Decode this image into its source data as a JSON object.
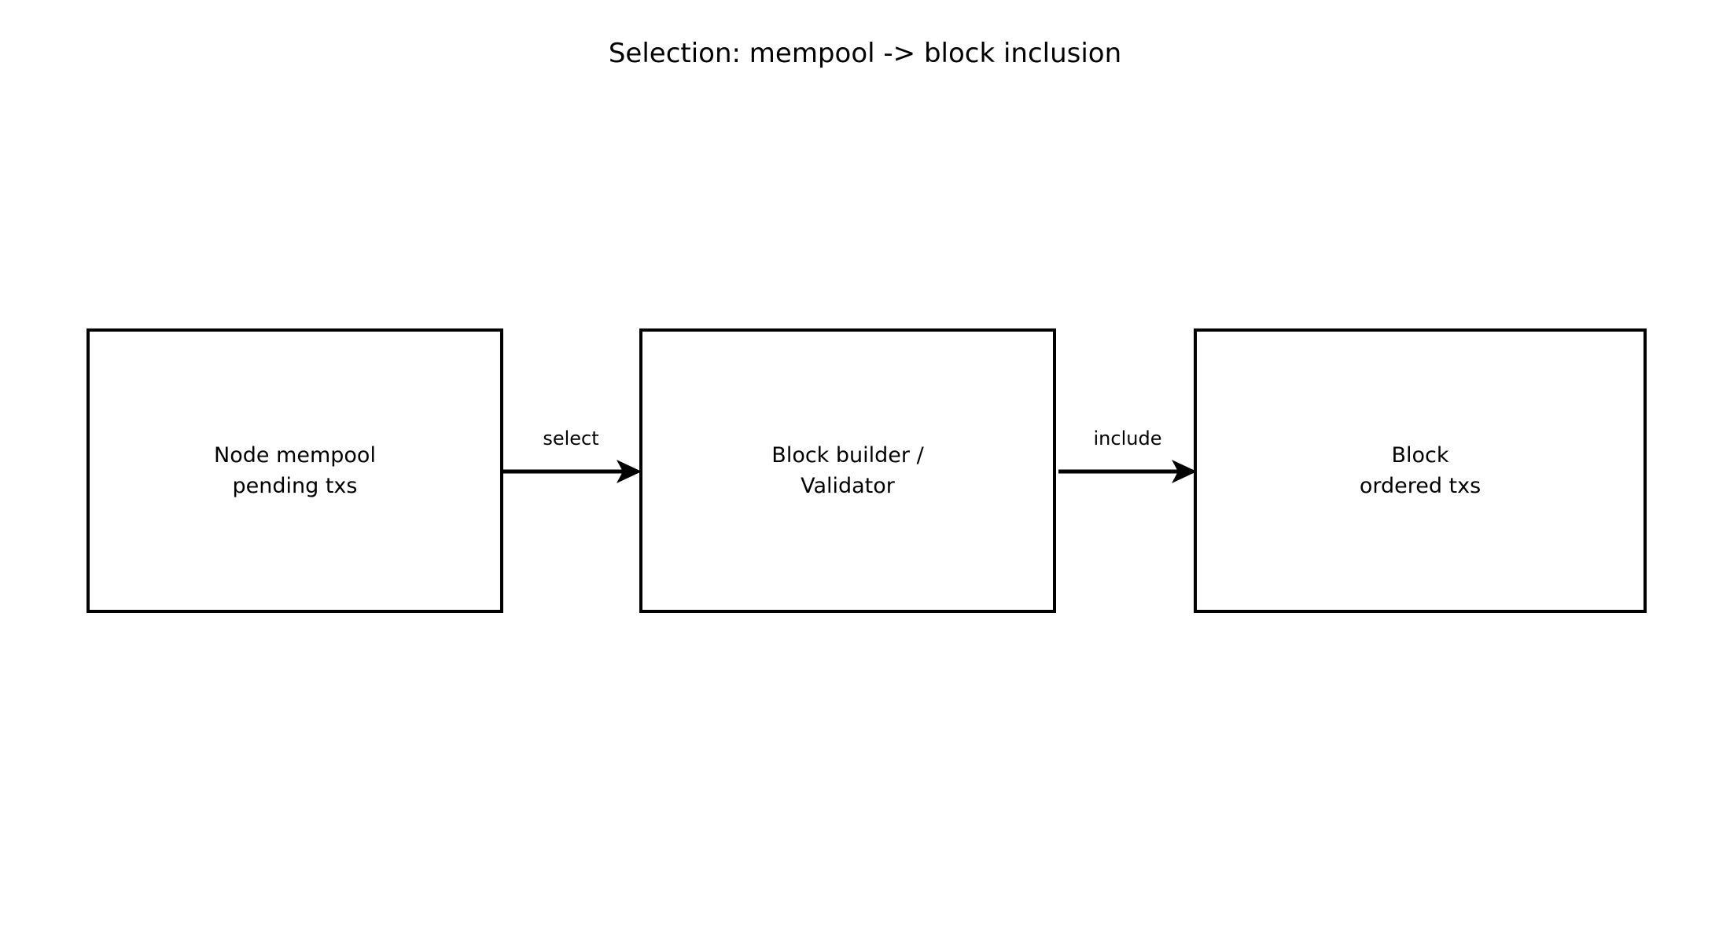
{
  "diagram": {
    "title": "Selection: mempool -> block inclusion",
    "background_color": "#ffffff",
    "stroke_color": "#000000",
    "nodes": [
      {
        "id": "mempool",
        "label": "Node mempool\npending txs"
      },
      {
        "id": "builder",
        "label": "Block builder /\nValidator"
      },
      {
        "id": "block",
        "label": "Block\nordered txs"
      }
    ],
    "edges": [
      {
        "id": "select",
        "label": "select",
        "from": "mempool",
        "to": "builder",
        "arrow": "right-arrow-icon"
      },
      {
        "id": "include",
        "label": "include",
        "from": "builder",
        "to": "block",
        "arrow": "right-arrow-icon"
      }
    ]
  }
}
